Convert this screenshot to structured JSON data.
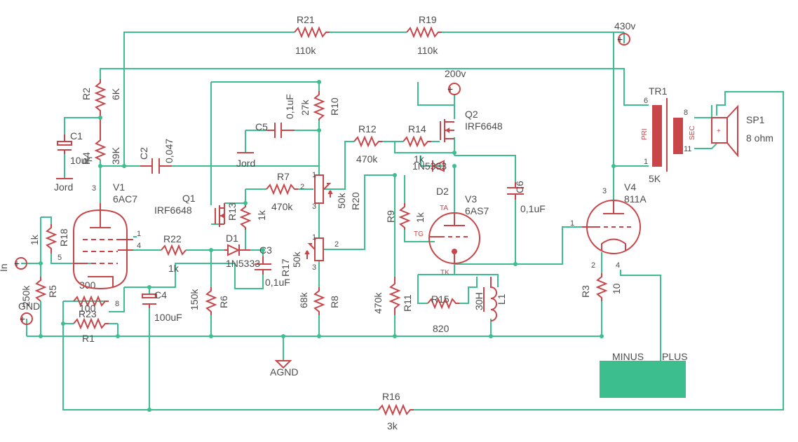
{
  "resistors": {
    "r21": {
      "name": "R21",
      "value": "110k"
    },
    "r19": {
      "name": "R19",
      "value": "110k"
    },
    "r2": {
      "name": "R2",
      "value": "6K"
    },
    "r4": {
      "name": "R4",
      "value": "39K"
    },
    "r10": {
      "name": "R10",
      "value": "27k"
    },
    "r12": {
      "name": "R12",
      "value": "470k"
    },
    "r14": {
      "name": "R14",
      "value": "1k"
    },
    "r7": {
      "name": "R7",
      "value": "470k"
    },
    "r13": {
      "name": "R13",
      "value": "1k"
    },
    "r18": {
      "name": "R18",
      "value": "1k"
    },
    "r22": {
      "name": "R22",
      "value": "1k"
    },
    "r5": {
      "name": "R5",
      "value": "250k"
    },
    "r6": {
      "name": "R6",
      "value": "150k"
    },
    "r8": {
      "name": "R8",
      "value": "68k"
    },
    "r9": {
      "name": "R9",
      "value": "1k"
    },
    "r11": {
      "name": "R11",
      "value": "470k"
    },
    "r15": {
      "name": "R15",
      "value": "820"
    },
    "r3": {
      "name": "R3",
      "value": "10"
    },
    "r23": {
      "name": "R23",
      "value": "100"
    },
    "r1": {
      "name": "R1",
      "value": "300"
    },
    "r16": {
      "name": "R16",
      "value": "3k"
    }
  },
  "pots": {
    "r20": {
      "name": "R20",
      "value": "50k",
      "pin1": "1",
      "pin2": "2",
      "pin3": "3"
    },
    "r17": {
      "name": "R17",
      "value": "50k",
      "pin1": "1",
      "pin2": "2",
      "pin3": "3"
    }
  },
  "capacitors": {
    "c1": {
      "name": "C1",
      "value": "10uF"
    },
    "c2": {
      "name": "C2",
      "value": "0,047"
    },
    "c5": {
      "name": "C5",
      "value": "0,1uF"
    },
    "c3": {
      "name": "C3",
      "value": "0,1uF"
    },
    "c4": {
      "name": "C4",
      "value": "100uF"
    },
    "c6": {
      "name": "C6",
      "value": "0,1uF"
    }
  },
  "semis": {
    "q1": {
      "name": "Q1",
      "value": "IRF6648"
    },
    "q2": {
      "name": "Q2",
      "value": "IRF6648"
    },
    "d1": {
      "name": "D1",
      "value": "1N5333"
    },
    "d2": {
      "name": "D2",
      "value": "1N5333"
    }
  },
  "tubes": {
    "v1": {
      "name": "V1",
      "value": "6AC7",
      "pins": [
        "3",
        "1",
        "4",
        "5",
        "8"
      ]
    },
    "v3": {
      "name": "V3",
      "value": "6AS7",
      "pins": [
        "TA",
        "TG",
        "TK"
      ]
    },
    "v4": {
      "name": "V4",
      "value": "811A",
      "pins": [
        "3",
        "1",
        "2",
        "4"
      ]
    }
  },
  "inductor": {
    "name": "L1",
    "value": "30H"
  },
  "transformer": {
    "name": "TR1",
    "value": "5K",
    "pri": "PRI",
    "sec": "SEC",
    "pins": [
      "6",
      "1",
      "8",
      "11"
    ]
  },
  "speaker": {
    "name": "SP1",
    "value": "8 ohm"
  },
  "supplies": {
    "v430": "430v",
    "v200": "200v"
  },
  "grounds": {
    "jord1": "Jord",
    "jord2": "Jord",
    "agnd": "AGND"
  },
  "connectors": {
    "in": "In",
    "gnd": "GND"
  },
  "battery": {
    "minus": "MINUS",
    "plus": "PLUS"
  },
  "colors": {
    "wire": "#3dbe8e",
    "part": "#c8464a",
    "label": "#4d4d4d",
    "battery": "#3dbe8e"
  }
}
